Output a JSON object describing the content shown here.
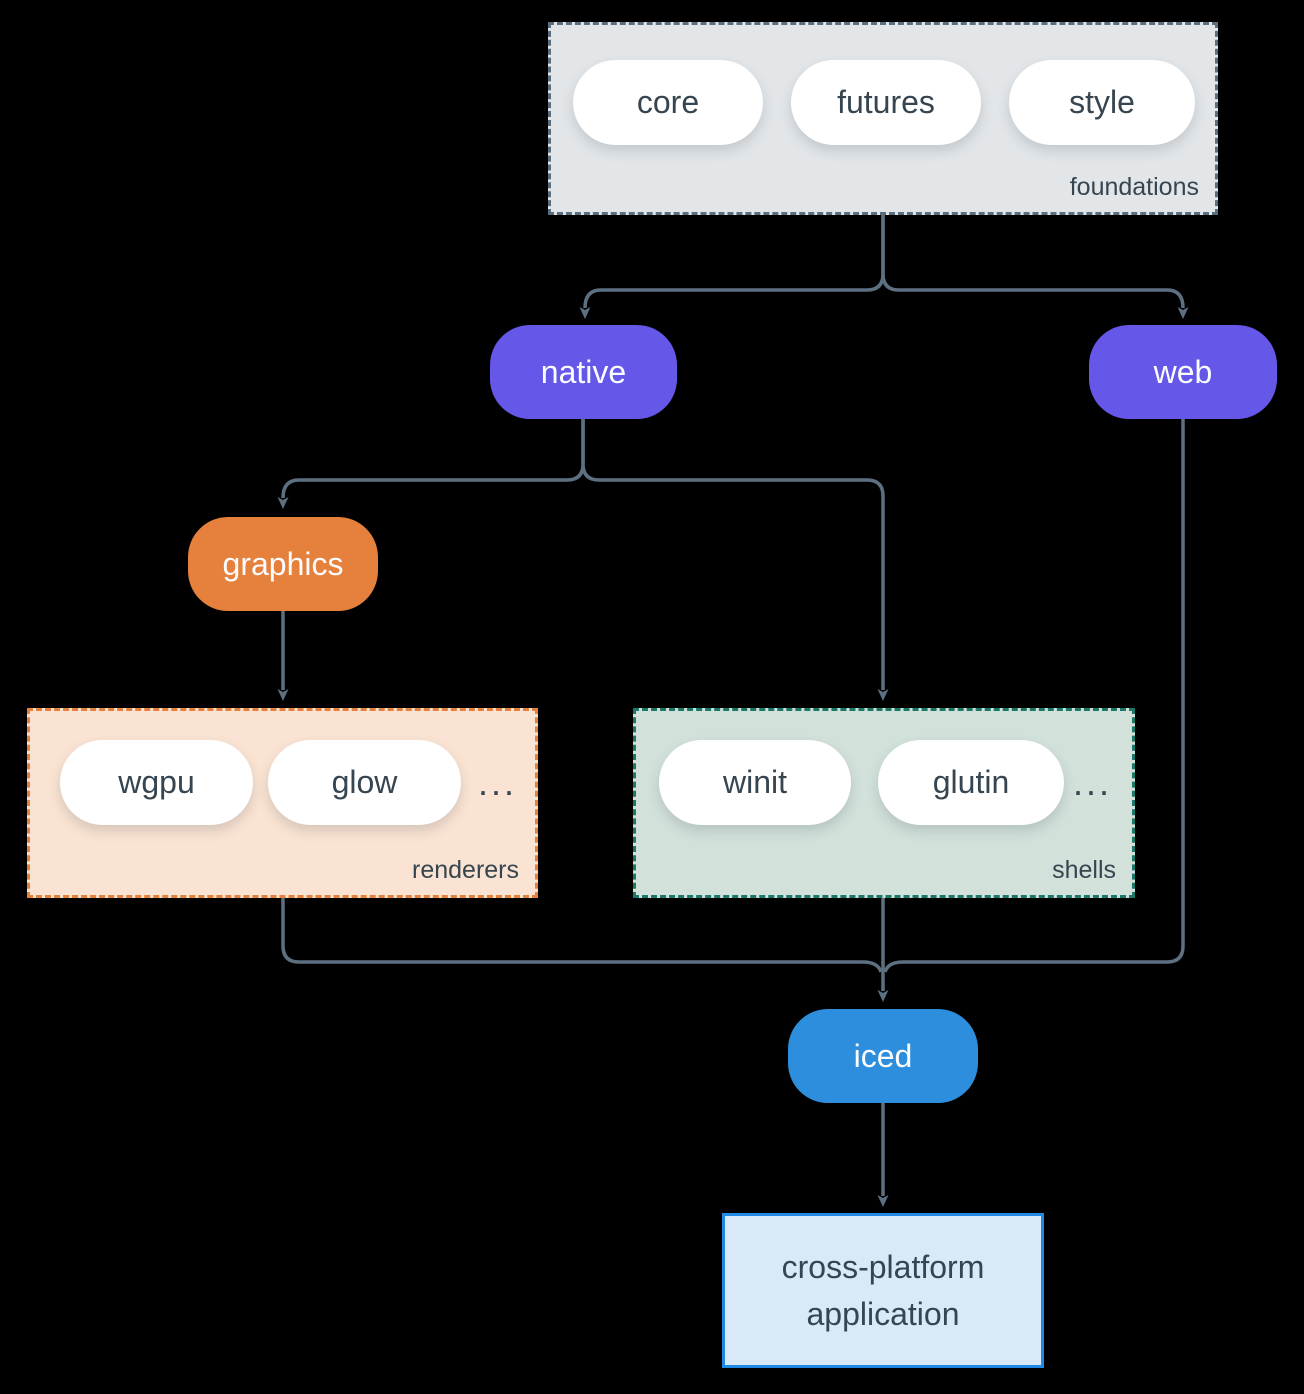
{
  "nodes": {
    "core": {
      "label": "core"
    },
    "futures": {
      "label": "futures"
    },
    "style": {
      "label": "style"
    },
    "native": {
      "label": "native"
    },
    "web": {
      "label": "web"
    },
    "graphics": {
      "label": "graphics"
    },
    "wgpu": {
      "label": "wgpu"
    },
    "glow": {
      "label": "glow"
    },
    "winit": {
      "label": "winit"
    },
    "glutin": {
      "label": "glutin"
    },
    "iced": {
      "label": "iced"
    },
    "application": {
      "label": "cross-platform application"
    }
  },
  "groups": {
    "foundations": {
      "label": "foundations",
      "nodes": [
        "core",
        "futures",
        "style"
      ]
    },
    "renderers": {
      "label": "renderers",
      "nodes": [
        "wgpu",
        "glow"
      ],
      "ellipsis": "..."
    },
    "shells": {
      "label": "shells",
      "nodes": [
        "winit",
        "glutin"
      ],
      "ellipsis": "..."
    }
  },
  "edges": [
    {
      "from": "foundations",
      "to": "native"
    },
    {
      "from": "foundations",
      "to": "web"
    },
    {
      "from": "native",
      "to": "graphics"
    },
    {
      "from": "native",
      "to": "shells"
    },
    {
      "from": "graphics",
      "to": "renderers"
    },
    {
      "from": "renderers",
      "to": "iced"
    },
    {
      "from": "shells",
      "to": "iced"
    },
    {
      "from": "web",
      "to": "iced"
    },
    {
      "from": "iced",
      "to": "application"
    }
  ],
  "colors": {
    "background": "#000000",
    "arrow": "#5d7081",
    "purple_node": "#6557e7",
    "orange_node": "#e5813c",
    "blue_node": "#2e8ede",
    "white_node": "#ffffff",
    "foundations_bg": "#e2e6e9",
    "foundations_border": "#5a6e7e",
    "renderers_bg": "#fae3d2",
    "renderers_border": "#e5813c",
    "shells_bg": "#d2e1da",
    "shells_border": "#1b7969",
    "application_bg": "#d8e9f8",
    "application_border": "#2089e5",
    "dark_text": "#36454f",
    "light_text": "#fbfcfd"
  }
}
